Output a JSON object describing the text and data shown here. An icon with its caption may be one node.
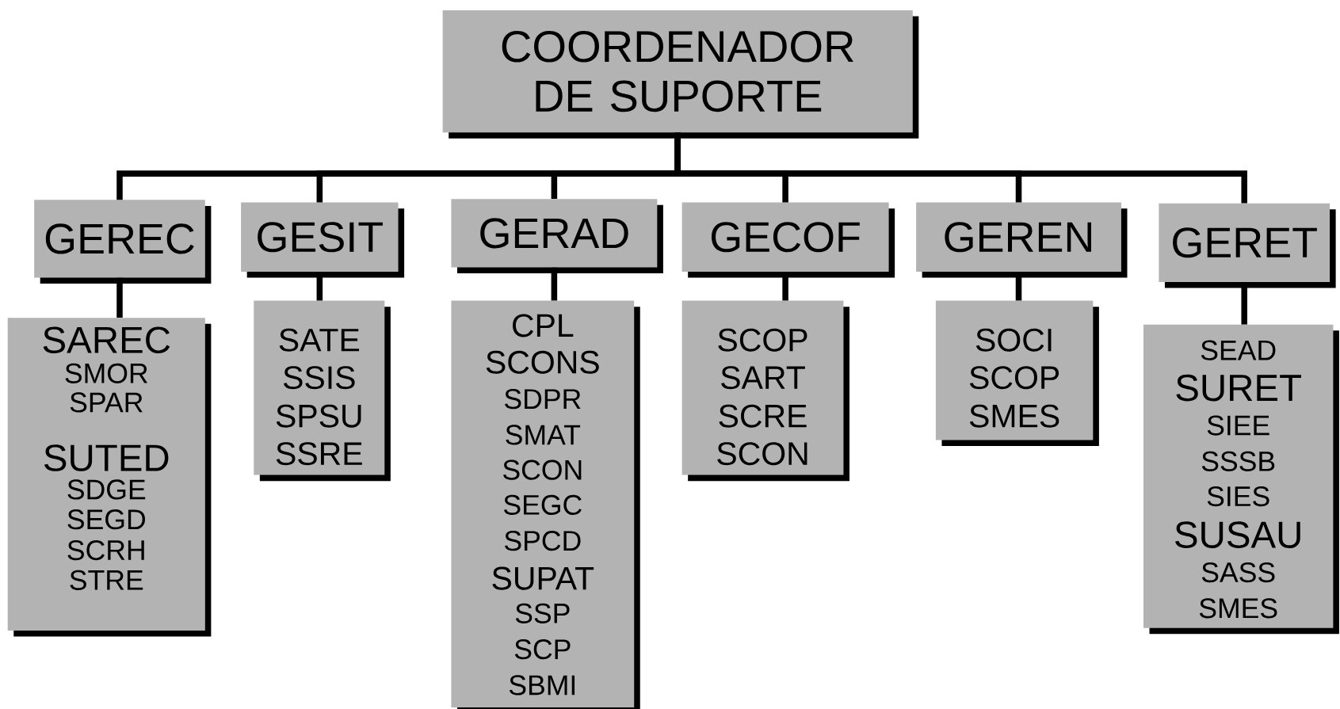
{
  "diagram": {
    "nodes": [
      {
        "text": [
          "COORDENADOR DE SUPORTE"
        ]
      },
      {
        "text": [
          "GEREC"
        ]
      },
      {
        "text": [
          "GESIT"
        ]
      },
      {
        "text": [
          "GERAD"
        ]
      },
      {
        "text": [
          "GECOF"
        ]
      },
      {
        "text": [
          "GEREN"
        ]
      },
      {
        "text": [
          "GERET"
        ]
      },
      {
        "text": [
          "SAREC",
          "SMOR",
          "SPAR",
          "SUTED",
          "SDGE",
          "SEGD",
          "SCRH",
          "STRE"
        ]
      },
      {
        "text": [
          "SATE",
          "SSIS",
          "SPSU",
          "SSRE"
        ]
      },
      {
        "text": [
          "CPL",
          "SCONS",
          "SDPR",
          "SMAT",
          "SCON",
          "SEGC",
          "SPCD",
          "SUPAT",
          "SSP",
          "SCP",
          "SBMI"
        ]
      },
      {
        "text": [
          "SCOP",
          "SART",
          "SCRE",
          "SCON"
        ]
      },
      {
        "text": [
          "SOCI",
          "SCOP",
          "SMES"
        ]
      },
      {
        "text": [
          "SEAD",
          "SURET",
          "SIEE",
          "SSSB",
          "SIES",
          "SUSAU",
          "SASS",
          "SMES"
        ]
      }
    ],
    "edges": [
      {
        "from": 0,
        "to": 1,
        "arrow": "none"
      },
      {
        "from": 0,
        "to": 2,
        "arrow": "none"
      },
      {
        "from": 0,
        "to": 3,
        "arrow": "none"
      },
      {
        "from": 0,
        "to": 4,
        "arrow": "none"
      },
      {
        "from": 0,
        "to": 5,
        "arrow": "none"
      },
      {
        "from": 0,
        "to": 6,
        "arrow": "none"
      },
      {
        "from": 1,
        "to": 7,
        "arrow": "none"
      },
      {
        "from": 2,
        "to": 8,
        "arrow": "none"
      },
      {
        "from": 3,
        "to": 9,
        "arrow": "none"
      },
      {
        "from": 4,
        "to": 10,
        "arrow": "none"
      },
      {
        "from": 5,
        "to": 11,
        "arrow": "none"
      },
      {
        "from": 6,
        "to": 12,
        "arrow": "none"
      }
    ]
  }
}
